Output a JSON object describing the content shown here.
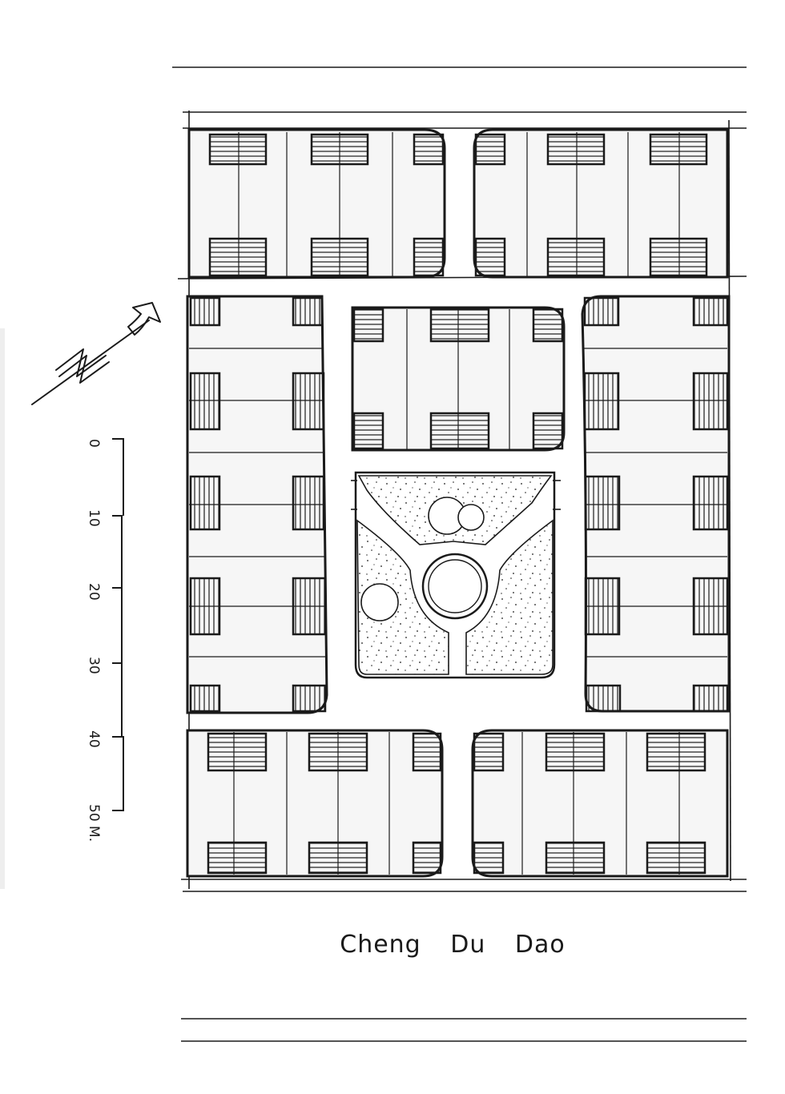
{
  "street": {
    "name": "Cheng Du Dao"
  },
  "scale": {
    "ticks": [
      "0",
      "10",
      "20",
      "30",
      "40",
      "50 M."
    ]
  },
  "north": {
    "label": "N"
  },
  "colors": {
    "ink": "#1a1a1a",
    "paper": "#ffffff",
    "block_fill": "#f6f6f6"
  }
}
